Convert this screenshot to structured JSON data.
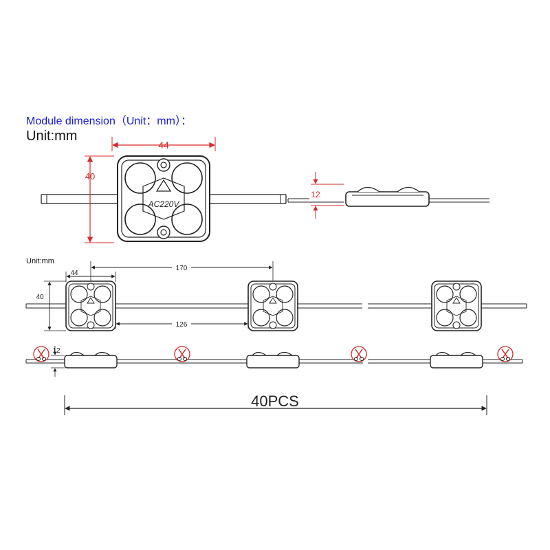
{
  "header": {
    "title": "Module dimension（Unit：mm）：",
    "unit_label_large": "Unit:mm",
    "unit_label_small": "Unit:mm"
  },
  "module": {
    "badge": "AC220V"
  },
  "dimensions": {
    "module_width": "44",
    "module_height": "40",
    "module_thickness": "12",
    "string_width": "44",
    "pitch": "170",
    "gap": "126",
    "string_height": "40",
    "string_thickness": "12",
    "total_count": "40PCS"
  },
  "colors": {
    "dimension_red": "#d42a2a",
    "title_blue": "#1a1ad6",
    "outline": "#222222"
  },
  "icons": [
    "scissors-cut-icon"
  ]
}
